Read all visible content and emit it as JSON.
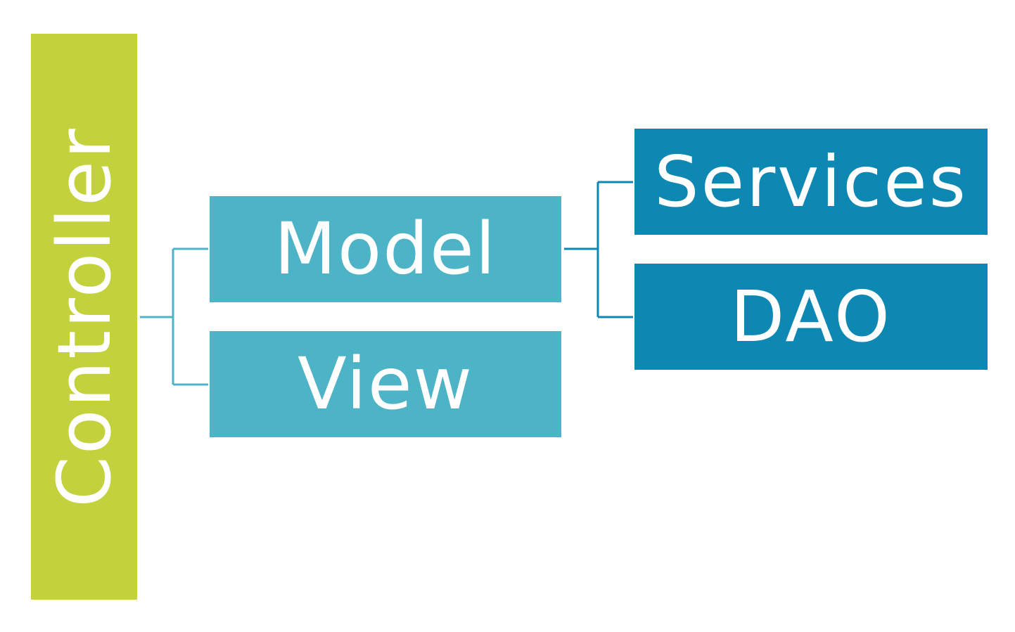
{
  "diagram": {
    "root": {
      "label": "Controller"
    },
    "level1": [
      {
        "label": "Model"
      },
      {
        "label": "View"
      }
    ],
    "level2": [
      {
        "label": "Services"
      },
      {
        "label": "DAO"
      }
    ]
  },
  "colors": {
    "controller": "#c3d23c",
    "level1": "#4db3c6",
    "level2": "#0c88b3",
    "connector_level1": "#4db3c6",
    "connector_level2": "#0c88b3",
    "text": "#ffffff",
    "background": "#ffffff"
  }
}
